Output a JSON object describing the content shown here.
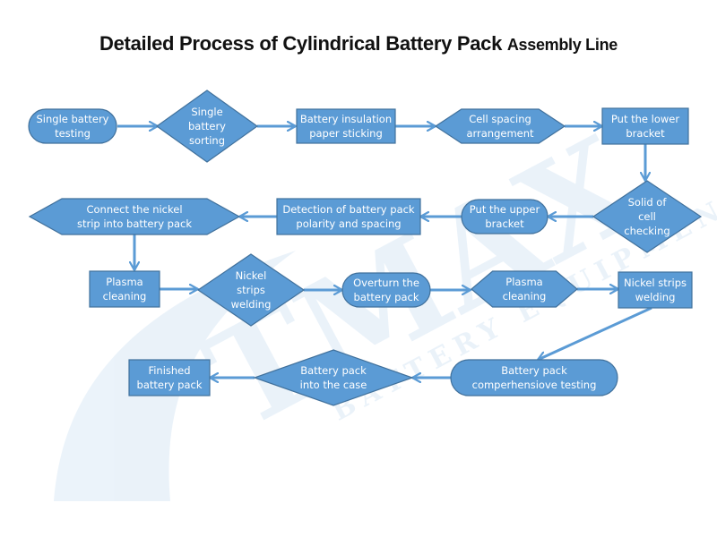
{
  "title": {
    "main": "Detailed Process of Cylindrical Battery Pack",
    "tail": "Assembly Line"
  },
  "watermark": {
    "brand": "TMAX",
    "subtitle": "BATTERY EQUIPMENTS"
  },
  "colors": {
    "fill": "#5b9bd5",
    "border": "#41719c",
    "arrow": "#5b9bd5",
    "text": "#ffffff",
    "title": "#111111"
  },
  "nodes": [
    {
      "id": "n1",
      "shape": "terminator",
      "lines": [
        "Single battery",
        "testing"
      ]
    },
    {
      "id": "n2",
      "shape": "diamond",
      "lines": [
        "Single",
        "battery",
        "sorting"
      ]
    },
    {
      "id": "n3",
      "shape": "rect",
      "lines": [
        "Battery insulation",
        "paper sticking"
      ]
    },
    {
      "id": "n4",
      "shape": "hexagon",
      "lines": [
        "Cell spacing",
        "arrangement"
      ]
    },
    {
      "id": "n5",
      "shape": "rect",
      "lines": [
        "Put the lower",
        "bracket"
      ]
    },
    {
      "id": "n6",
      "shape": "diamond",
      "lines": [
        "Solid of",
        "cell",
        "checking"
      ]
    },
    {
      "id": "n7",
      "shape": "terminator",
      "lines": [
        "Put the upper",
        "bracket"
      ]
    },
    {
      "id": "n8",
      "shape": "rect",
      "lines": [
        "Detection of battery pack",
        "polarity and spacing"
      ]
    },
    {
      "id": "n9",
      "shape": "hexagon",
      "lines": [
        "Connect the nickel",
        "strip into battery pack"
      ]
    },
    {
      "id": "n10",
      "shape": "rect",
      "lines": [
        "Plasma",
        "cleaning"
      ]
    },
    {
      "id": "n11",
      "shape": "diamond",
      "lines": [
        "Nickel",
        "strips",
        "welding"
      ]
    },
    {
      "id": "n12",
      "shape": "terminator",
      "lines": [
        "Overturn the",
        "battery pack"
      ]
    },
    {
      "id": "n13",
      "shape": "hexagon",
      "lines": [
        "Plasma",
        "cleaning"
      ]
    },
    {
      "id": "n14",
      "shape": "rect",
      "lines": [
        "Nickel strips",
        "welding"
      ]
    },
    {
      "id": "n15",
      "shape": "terminator",
      "lines": [
        "Battery pack",
        "comperhensiove testing"
      ]
    },
    {
      "id": "n16",
      "shape": "diamond",
      "lines": [
        "Battery pack",
        "into the case"
      ]
    },
    {
      "id": "n17",
      "shape": "rect",
      "lines": [
        "Finished",
        "battery pack"
      ]
    }
  ],
  "edges": [
    {
      "from": "n1",
      "to": "n2"
    },
    {
      "from": "n2",
      "to": "n3"
    },
    {
      "from": "n3",
      "to": "n4"
    },
    {
      "from": "n4",
      "to": "n5"
    },
    {
      "from": "n5",
      "to": "n6"
    },
    {
      "from": "n6",
      "to": "n7"
    },
    {
      "from": "n7",
      "to": "n8"
    },
    {
      "from": "n8",
      "to": "n9"
    },
    {
      "from": "n9",
      "to": "n10"
    },
    {
      "from": "n10",
      "to": "n11"
    },
    {
      "from": "n11",
      "to": "n12"
    },
    {
      "from": "n12",
      "to": "n13"
    },
    {
      "from": "n13",
      "to": "n14"
    },
    {
      "from": "n14",
      "to": "n15"
    },
    {
      "from": "n15",
      "to": "n16"
    },
    {
      "from": "n16",
      "to": "n17"
    }
  ]
}
